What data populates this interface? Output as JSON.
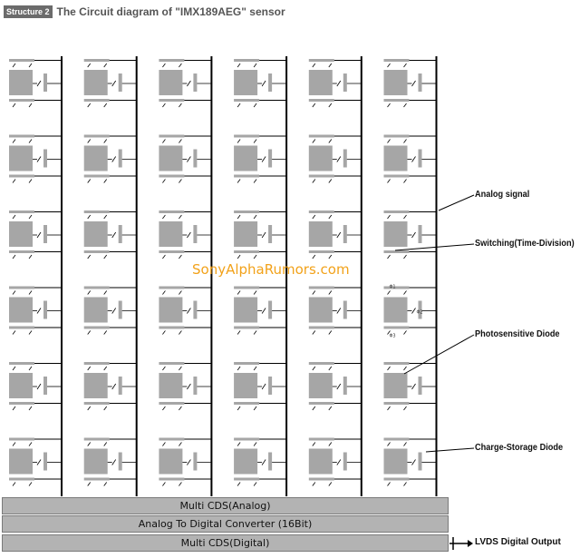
{
  "header": {
    "tag": "Structure 2",
    "title": "The Circuit diagram of \"IMX189AEG\" sensor"
  },
  "watermark": "SonyAlphaRumors.com",
  "callouts": {
    "analog_signal": "Analog signal",
    "switching": "Switching(Time-Division)",
    "photodiode": "Photosensitive Diode",
    "storage": "Charge-Storage Diode"
  },
  "bars": {
    "cds_analog": "Multi CDS(Analog)",
    "adc": "Analog To Digital Converter (16Bit)",
    "cds_digital": "Multi CDS(Digital)"
  },
  "output": "LVDS Digital Output",
  "pixel_labels": {
    "phi1": "Φ1",
    "phi2": "Φ2",
    "phi3": "Φ3"
  },
  "grid": {
    "columns": 6,
    "rows": 6
  },
  "colors": {
    "pixel": "#a6a6a6",
    "line": "#000000",
    "bar": "#b3b3b3",
    "watermark": "#f2a21a"
  }
}
